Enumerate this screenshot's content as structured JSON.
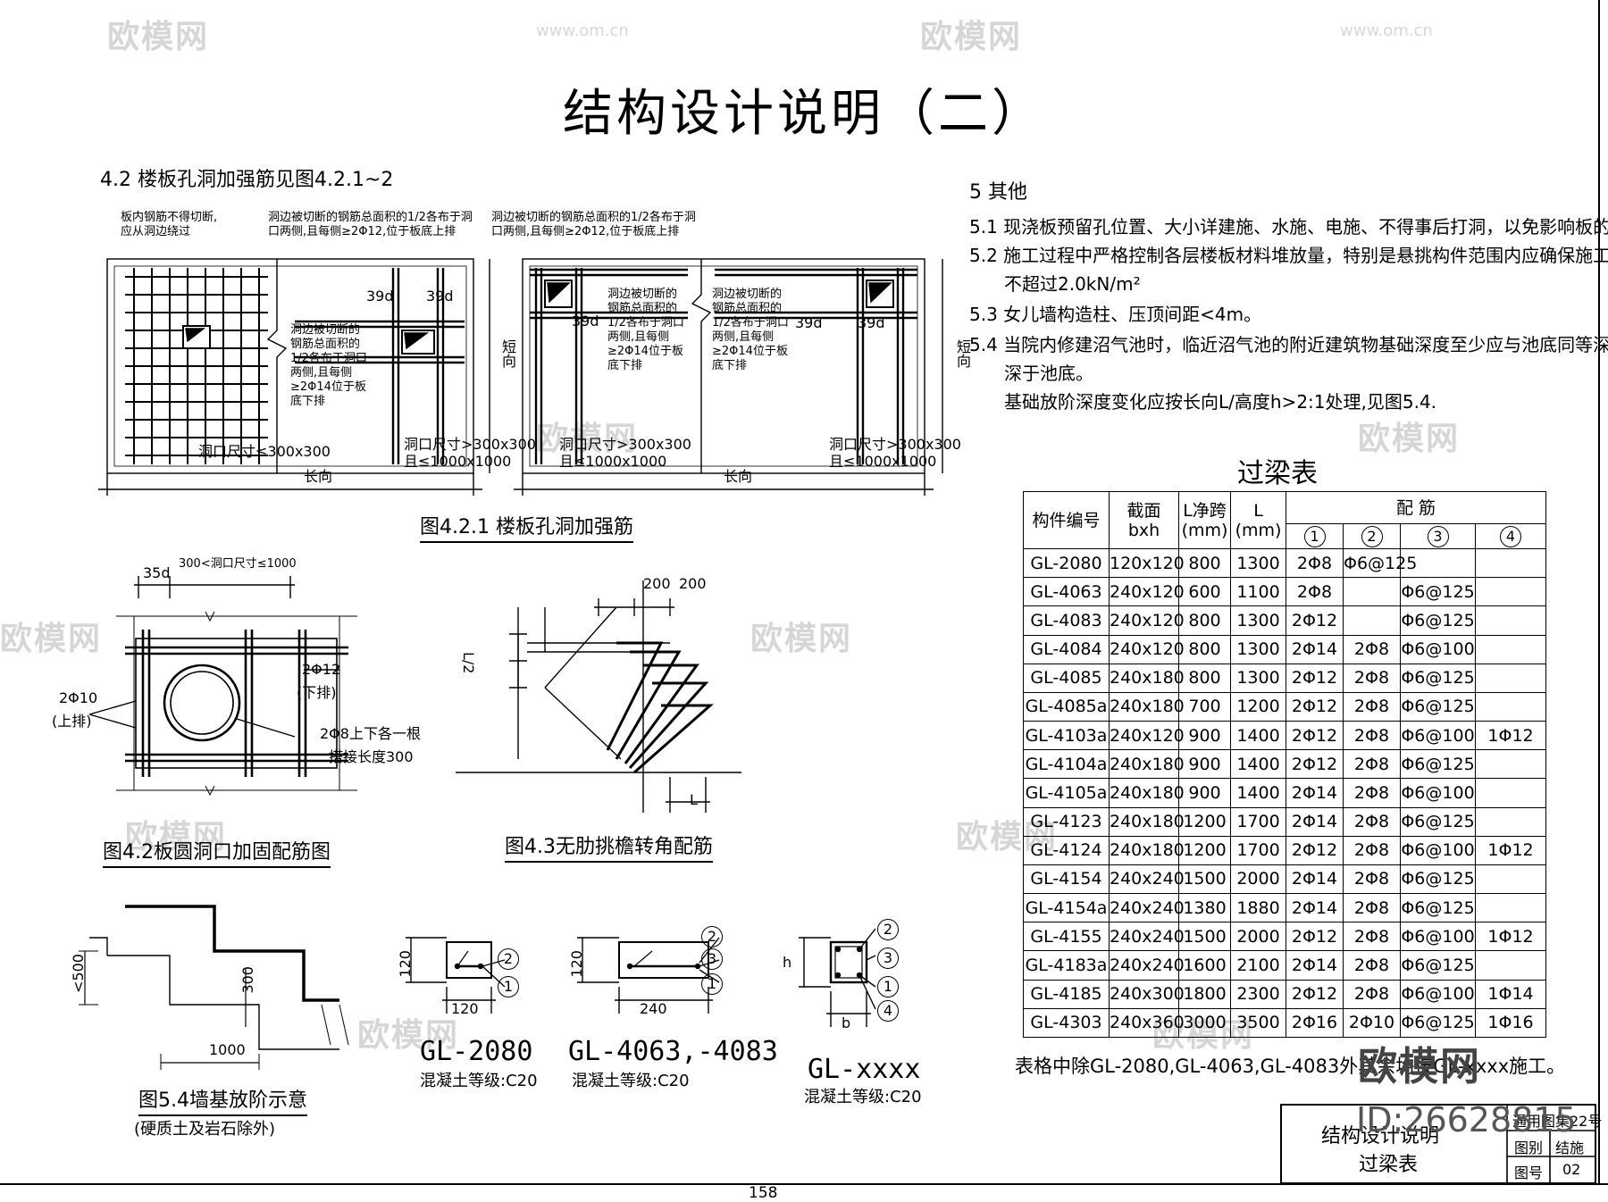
{
  "title": "结构设计说明（二）",
  "sec42": "4.2 楼板孔洞加强筋见图4.2.1~2",
  "fig421": {
    "n1": "板内钢筋不得切断,应从洞边绕过",
    "n2": "洞边被切断的钢筋总面积的1/2各布于洞口两侧,且每侧≥2Φ12,位于板底上排",
    "n3": "洞边被切断的钢筋总面积的1/2各布于洞口两侧,且每侧≥2Φ12,位于板底上排",
    "n4": "洞边被切断的钢筋总面积的1/2各布于洞口两侧,且每侧≥2Φ14位于板底下排",
    "n5": "洞边被切断的钢筋总面积的1/2各布于洞口两侧,且每侧≥2Φ14位于板底下排",
    "n6": "洞边被切断的钢筋总面积的1/2各布于洞口两侧,且每侧≥2Φ14位于板底下排",
    "d39": "39d",
    "short_dir": "短向",
    "long_dir": "长向",
    "s1": "洞口尺寸≤300x300",
    "s2a": "洞口尺寸>300x300",
    "s2b": "且≤1000x1000",
    "caption": "图4.2.1  楼板孔洞加强筋"
  },
  "fig42": {
    "d35": "35d",
    "range": "300<洞口尺寸≤1000",
    "l1": "2Φ10",
    "l1b": "(上排)",
    "l2": "2Φ12",
    "l2b": "(下排)",
    "l3": "2Φ8上下各一根",
    "l3b": "搭接长度300",
    "caption": "图4.2板圆洞口加固配筋图"
  },
  "fig43": {
    "d200a": "200",
    "d200b": "200",
    "lv": "L/2",
    "lbl": "L",
    "caption": "图4.3无肋挑檐转角配筋"
  },
  "fig54": {
    "d500": "<500",
    "d300": "300",
    "d1000": "1000",
    "caption": "图5.4墙基放阶示意",
    "sub": "(硬质土及岩石除外)"
  },
  "sections": [
    {
      "name": "GL-2080",
      "grade": "混凝土等级:C20",
      "h": "120",
      "w": "120"
    },
    {
      "name": "GL-4063,-4083",
      "grade": "混凝土等级:C20",
      "h": "120",
      "w": "240"
    },
    {
      "name": "GL-xxxx",
      "grade": "混凝土等级:C20",
      "h": "h",
      "w": "b"
    }
  ],
  "other": {
    "head": "5 其他",
    "items": [
      "5.1 现浇板预留孔位置、大小详建施、水施、电施、不得事后打洞，以免影响板的质量。",
      "5.2 施工过程中严格控制各层楼板材料堆放量，特别是悬挑构件范围内应确保施工荷载",
      "不超过2.0kN/m²",
      "5.3 女儿墙构造柱、压顶间距<4m。",
      "5.4 当院内修建沼气池时，临近沼气池的附近建筑物基础深度至少应与池底同等深度或",
      "深于池底。",
      "基础放阶深度变化应按长向L/高度h>2:1处理,见图5.4."
    ]
  },
  "table": {
    "caption": "过梁表",
    "h_id": "构件编号",
    "h_sec": [
      "截面",
      "bxh"
    ],
    "h_ln": [
      "L净跨",
      "(mm)"
    ],
    "h_l": [
      "L",
      "(mm)"
    ],
    "h_rebar": "配 筋",
    "h_nums": [
      "1",
      "2",
      "3",
      "4"
    ],
    "rows": [
      [
        "GL-2080",
        "120x120",
        "800",
        "1300",
        "2Φ8",
        "Φ6@125",
        "",
        ""
      ],
      [
        "GL-4063",
        "240x120",
        "600",
        "1100",
        "2Φ8",
        "",
        "Φ6@125",
        ""
      ],
      [
        "GL-4083",
        "240x120",
        "800",
        "1300",
        "2Φ12",
        "",
        "Φ6@125",
        ""
      ],
      [
        "GL-4084",
        "240x120",
        "800",
        "1300",
        "2Φ14",
        "2Φ8",
        "Φ6@100",
        ""
      ],
      [
        "GL-4085",
        "240x180",
        "800",
        "1300",
        "2Φ12",
        "2Φ8",
        "Φ6@125",
        ""
      ],
      [
        "GL-4085a",
        "240x180",
        "700",
        "1200",
        "2Φ12",
        "2Φ8",
        "Φ6@125",
        ""
      ],
      [
        "GL-4103a",
        "240x120",
        "900",
        "1400",
        "2Φ12",
        "2Φ8",
        "Φ6@100",
        "1Φ12"
      ],
      [
        "GL-4104a",
        "240x180",
        "900",
        "1400",
        "2Φ12",
        "2Φ8",
        "Φ6@125",
        ""
      ],
      [
        "GL-4105a",
        "240x180",
        "900",
        "1400",
        "2Φ14",
        "2Φ8",
        "Φ6@100",
        ""
      ],
      [
        "GL-4123",
        "240x180",
        "1200",
        "1700",
        "2Φ14",
        "2Φ8",
        "Φ6@125",
        ""
      ],
      [
        "GL-4124",
        "240x180",
        "1200",
        "1700",
        "2Φ12",
        "2Φ8",
        "Φ6@100",
        "1Φ12"
      ],
      [
        "GL-4154",
        "240x240",
        "1500",
        "2000",
        "2Φ14",
        "2Φ8",
        "Φ6@125",
        ""
      ],
      [
        "GL-4154a",
        "240x240",
        "1380",
        "1880",
        "2Φ14",
        "2Φ8",
        "Φ6@125",
        ""
      ],
      [
        "GL-4155",
        "240x240",
        "1500",
        "2000",
        "2Φ12",
        "2Φ8",
        "Φ6@100",
        "1Φ12"
      ],
      [
        "GL-4183a",
        "240x240",
        "1600",
        "2100",
        "2Φ14",
        "2Φ8",
        "Φ6@125",
        ""
      ],
      [
        "GL-4185",
        "240x300",
        "1800",
        "2300",
        "2Φ12",
        "2Φ8",
        "Φ6@100",
        "1Φ14"
      ],
      [
        "GL-4303",
        "240x360",
        "3000",
        "3500",
        "2Φ16",
        "2Φ10",
        "Φ6@125",
        "1Φ16"
      ]
    ],
    "footnote": "表格中除GL-2080,GL-4063,GL-4083外其余均按GL-xxxx施工。"
  },
  "titleblock": {
    "name1": "结构设计说明",
    "name2": "过梁表",
    "atlas": "通用图集22号",
    "cat_label": "图别",
    "cat_val": "结施",
    "num_label": "图号",
    "num_val": "02"
  },
  "brand": "欧模网",
  "id_text": "ID:26628815",
  "page_num": "158",
  "wm_text": "欧模网",
  "wm_url": "www.om.cn"
}
